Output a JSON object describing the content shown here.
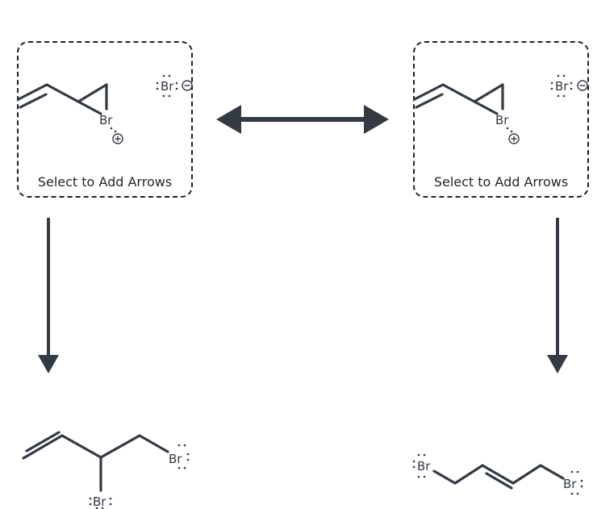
{
  "colors": {
    "ink": "#333a44",
    "border": "#1d2128",
    "background": "#ffffff"
  },
  "panel_left": {
    "label": "Select to Add Arrows",
    "atom_br": "Br",
    "anion": "Br"
  },
  "panel_right": {
    "label": "Select to Add Arrows",
    "atom_br": "Br",
    "anion": "Br"
  },
  "arrows": {
    "resonance": "double-headed-arrow",
    "reaction": "reaction-arrow"
  },
  "product_left": {
    "br_top": "Br",
    "br_bottom": "Br"
  },
  "product_right": {
    "br_left": "Br",
    "br_right": "Br"
  }
}
